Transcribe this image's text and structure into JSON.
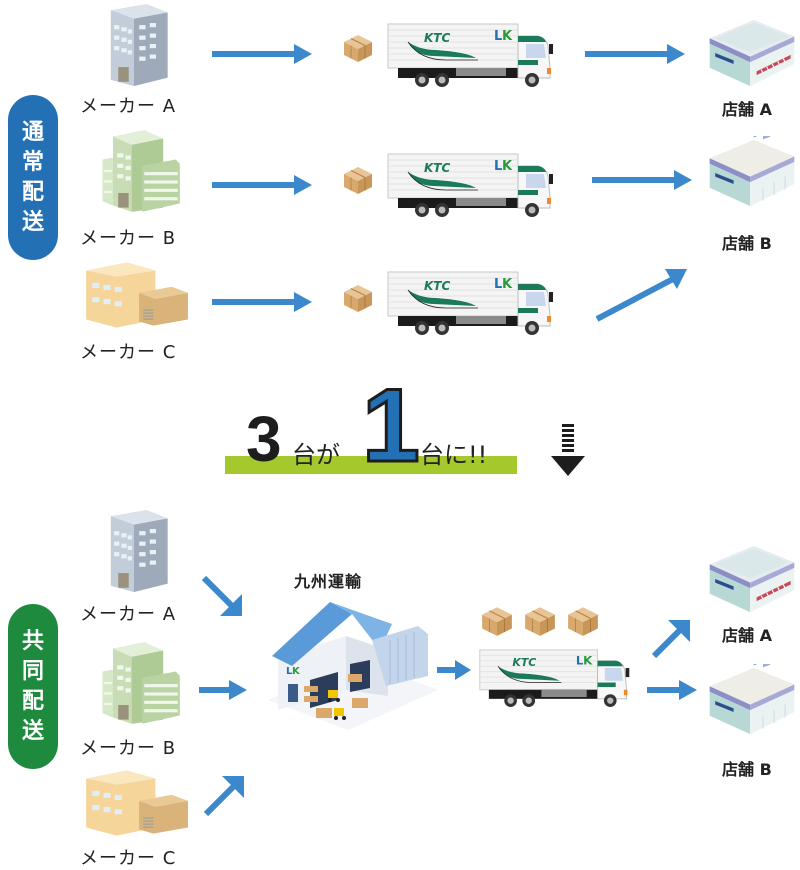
{
  "colors": {
    "normal_badge": "#2470b4",
    "joint_badge": "#1e8a3e",
    "arrow": "#3b88cc",
    "highlight_bar": "#a5c92c",
    "one_fill": "#2470b4",
    "truck_green": "#1a7a5a"
  },
  "normal": {
    "badge": [
      "通",
      "常",
      "配",
      "送"
    ],
    "makers": [
      {
        "label": "メーカー A",
        "icon": "office-building-gray"
      },
      {
        "label": "メーカー B",
        "icon": "office-building-green"
      },
      {
        "label": "メーカー C",
        "icon": "factory-building-orange"
      }
    ],
    "trucks": [
      {
        "brand": "KTC",
        "logo": "LK"
      },
      {
        "brand": "KTC",
        "logo": "LK"
      },
      {
        "brand": "KTC",
        "logo": "LK"
      }
    ],
    "stores": [
      {
        "label": "店舗 A"
      },
      {
        "label": "店舗 B"
      }
    ]
  },
  "headline": {
    "num1": "3",
    "text1": "台が",
    "num2": "1",
    "text2": "台に!!"
  },
  "joint": {
    "badge": [
      "共",
      "同",
      "配",
      "送"
    ],
    "makers": [
      {
        "label": "メーカー A"
      },
      {
        "label": "メーカー B"
      },
      {
        "label": "メーカー C"
      }
    ],
    "hub": {
      "label": "九州運輸"
    },
    "truck": {
      "brand": "KTC",
      "logo": "LK"
    },
    "stores": [
      {
        "label": "店舗 A"
      },
      {
        "label": "店舗 B"
      }
    ]
  }
}
